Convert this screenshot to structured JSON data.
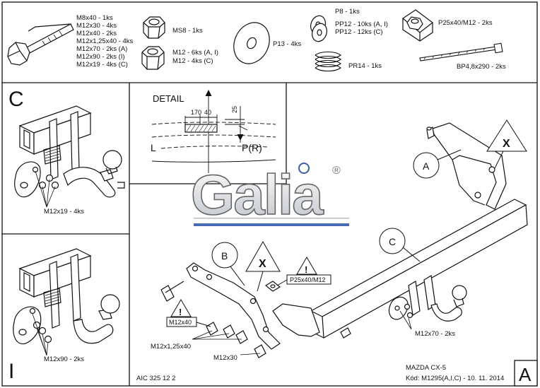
{
  "parts": {
    "bolts": [
      "M8x40 - 1ks",
      "M12x30 - 4ks",
      "M12x40 - 2ks",
      "M12x1,25x40 - 4ks",
      "M12x70 - 2ks (A)",
      "M12x90 - 2ks (I)",
      "M12x19 - 4ks (C)"
    ],
    "nut_ms8": "MS8 - 1ks",
    "nut_m12": [
      "M12 - 6ks (A, I)",
      "M12 - 4ks (C)"
    ],
    "washer_p13": "P13 - 4ks",
    "washers_p": [
      "P8 - 1ks",
      "PP12 - 10ks (A, I)",
      "PP12 - 12ks (C)"
    ],
    "spring_pr14": "PR14 - 1ks",
    "plate_nut": "P25x40/M12 - 2ks",
    "cable_tie": "BP4,8x290 - 2ks"
  },
  "panels": {
    "c_letter": "C",
    "c_label": "M12x19 - 4ks",
    "i_letter": "I",
    "i_label": "M12x90 - 2ks",
    "a_letter": "A"
  },
  "detail": {
    "title": "DETAIL",
    "dim_170": "170",
    "dim_40": "40",
    "dim_25": "25",
    "label_l": "L",
    "label_pr": "P(R)"
  },
  "logo": {
    "text": "Galia",
    "reg": "®"
  },
  "main": {
    "callout_a": "A",
    "callout_b": "B",
    "callout_c": "C",
    "warn_x1": "X",
    "warn_x2": "X",
    "warn_mark": "!",
    "plate_ref": "P25x40/M12",
    "m12x40_ref": "M12x40",
    "label_m12x1": "M12x1,25x40",
    "label_m12x30": "M12x30",
    "label_m12x70": "M12x70 - 2ks"
  },
  "footer": {
    "aic": "AIC 325 12 2",
    "model": "MAZDA CX-5",
    "code": "Kód: M1295(A,I,C) - 10. 11. 2014"
  }
}
